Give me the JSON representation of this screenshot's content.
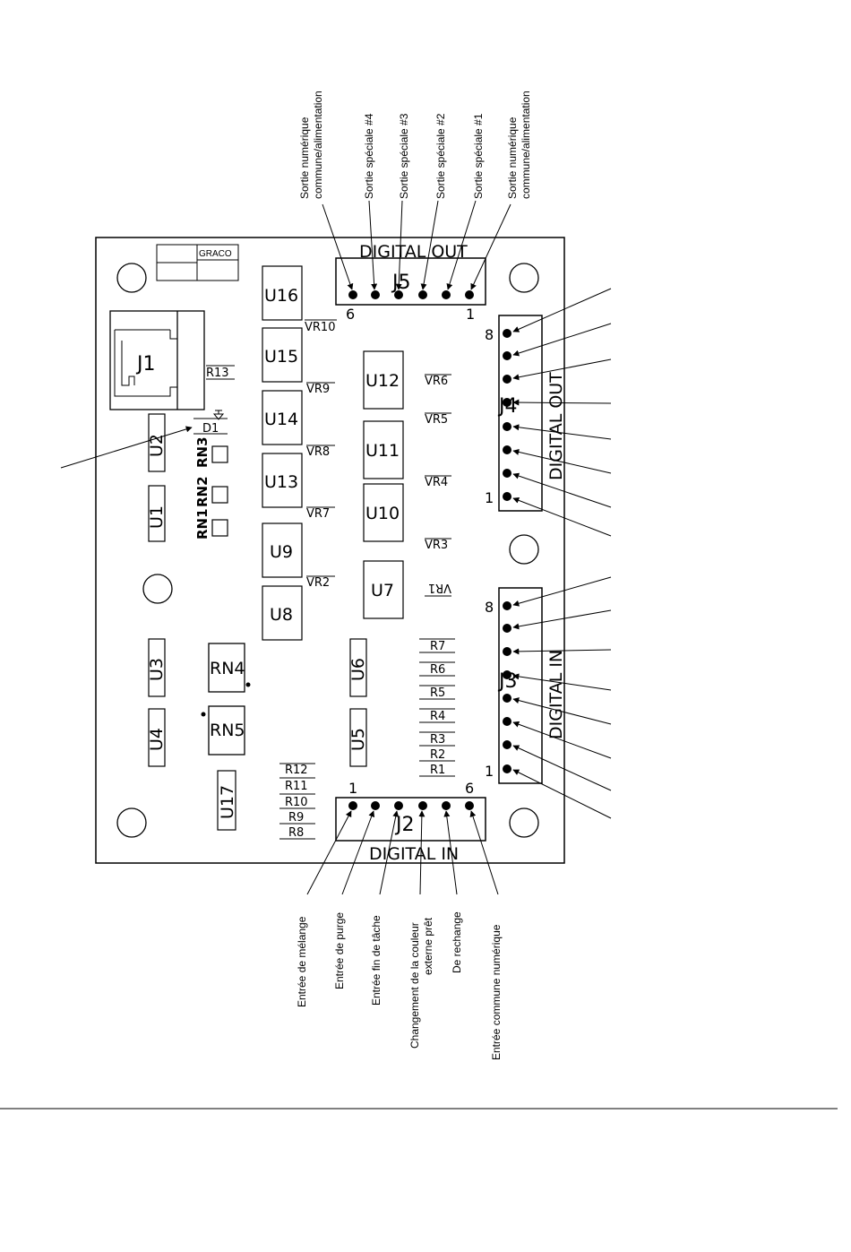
{
  "board": {
    "logo": "GRACO",
    "connectors": {
      "j1": "J1",
      "j2": "J2",
      "j3": "J3",
      "j4": "J4",
      "j5": "J5",
      "j2_title": "DIGITAL IN",
      "j3_title": "DIGITAL IN",
      "j4_title": "DIGITAL OUT",
      "j5_title": "DIGITAL OUT",
      "j5_pin_left": "6",
      "j5_pin_right": "1",
      "j2_pin_left": "1",
      "j2_pin_right": "6",
      "j4_pin_top": "8",
      "j4_pin_bottom": "1",
      "j3_pin_top": "8",
      "j3_pin_bottom": "1"
    },
    "chips": {
      "u16": "U16",
      "u15": "U15",
      "u14": "U14",
      "u13": "U13",
      "u9": "U9",
      "u8": "U8",
      "u12": "U12",
      "u11": "U11",
      "u10": "U10",
      "u7": "U7",
      "u1": "U1",
      "u2": "U2",
      "u3": "U3",
      "u4": "U4",
      "u5": "U5",
      "u6": "U6",
      "u17": "U17",
      "rn4": "RN4",
      "rn5": "RN5"
    },
    "small_labels": {
      "vr10": "VR10",
      "vr9": "VR9",
      "vr8": "VR8",
      "vr7": "VR7",
      "vr2": "VR2",
      "vr6": "VR6",
      "vr5": "VR5",
      "vr4": "VR4",
      "vr3": "VR3",
      "vr1": "VR1",
      "r13": "R13",
      "d1": "D1",
      "rn1": "RN1",
      "rn2": "RN2",
      "rn3": "RN3",
      "r1": "R1",
      "r2": "R2",
      "r3": "R3",
      "r4": "R4",
      "r5": "R5",
      "r6": "R6",
      "r7": "R7",
      "r8": "R8",
      "r9": "R9",
      "r10": "R10",
      "r11": "R11",
      "r12": "R12"
    }
  },
  "callouts_top": {
    "c1_line1": "Sortie numérique",
    "c1_line2": "commune/alimentation",
    "c2": "Sortie spéciale #4",
    "c3": "Sortie spéciale #3",
    "c4": "Sortie spéciale #2",
    "c5": "Sortie spéciale #1",
    "c6_line1": "Sortie numérique",
    "c6_line2": "commune/alimentation"
  },
  "callouts_bottom": {
    "c1": "Entrée de mélange",
    "c2": "Entrée de purge",
    "c3": "Entrée fin de tâche",
    "c4_line1": "Changement de la couleur",
    "c4_line2": "externe prêt",
    "c5": "De rechange",
    "c6": "Entrée commune numérique"
  }
}
